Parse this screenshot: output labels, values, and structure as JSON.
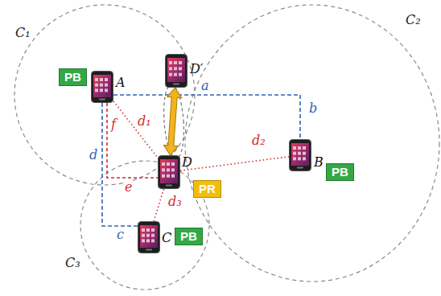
{
  "diagram": {
    "nodes": [
      {
        "text": [
          "PB"
        ]
      },
      {
        "text": [
          "A"
        ]
      },
      {
        "text": [
          "D′"
        ]
      },
      {
        "text": [
          "B"
        ]
      },
      {
        "text": [
          "PB"
        ]
      },
      {
        "text": [
          "D"
        ]
      },
      {
        "text": [
          "PR"
        ]
      },
      {
        "text": [
          "C"
        ]
      },
      {
        "text": [
          "PB"
        ]
      }
    ],
    "edges": [
      {
        "from": 1,
        "to": 3,
        "arrow": "none"
      },
      {
        "from": 1,
        "to": 7,
        "arrow": "none"
      },
      {
        "from": 1,
        "to": 5,
        "arrow": "none"
      },
      {
        "from": 1,
        "to": 5,
        "label": "d₁",
        "arrow": "none"
      },
      {
        "from": 5,
        "to": 3,
        "label": "d₂",
        "arrow": "none"
      },
      {
        "from": 5,
        "to": 7,
        "label": "d₃",
        "arrow": "none"
      },
      {
        "from": 2,
        "to": 5,
        "arrow": "both"
      }
    ],
    "labels": [
      "C₁",
      "C₂",
      "C₃",
      "a",
      "b",
      "c",
      "d",
      "e",
      "f"
    ]
  }
}
